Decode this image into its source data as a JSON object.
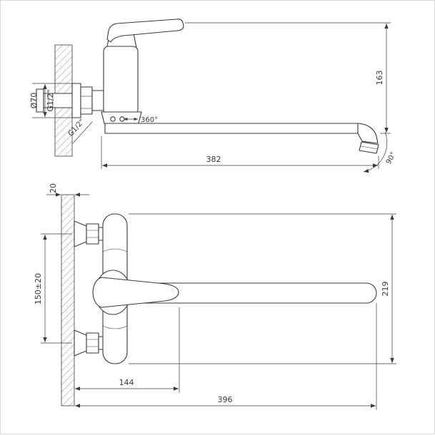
{
  "drawing": {
    "colors": {
      "line": "#3a3a3a",
      "hatch": "#777777",
      "background": "#ffffff"
    },
    "side_view": {
      "diameter": "Ø70",
      "thread": "G1/2\"",
      "height": "163",
      "reach": "382",
      "swivel": "360°",
      "inlet_thread": "G1/2\"",
      "swing": "90°"
    },
    "front_view": {
      "wall_thickness": "20",
      "inlet_centers": "150±20",
      "height": "219",
      "body_length": "144",
      "total_length": "396"
    }
  }
}
